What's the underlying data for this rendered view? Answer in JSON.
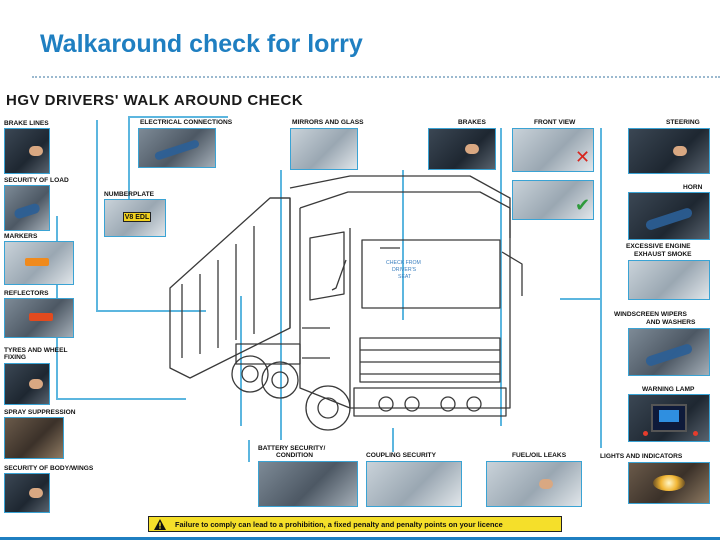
{
  "slide": {
    "title": "Walkaround check for lorry"
  },
  "poster": {
    "heading": "HGV DRIVERS' WALK AROUND CHECK",
    "labels": {
      "brake_lines": "BRAKE LINES",
      "electrical_connections": "ELECTRICAL CONNECTIONS",
      "mirrors_and_glass": "MIRRORS AND GLASS",
      "brakes": "BRAKES",
      "front_view": "FRONT VIEW",
      "steering": "STEERING",
      "security_of_load": "SECURITY OF LOAD",
      "numberplate": "NUMBERPLATE",
      "horn": "HORN",
      "markers": "MARKERS",
      "excessive_engine_1": "EXCESSIVE ENGINE",
      "excessive_engine_2": "EXHAUST SMOKE",
      "reflectors": "REFLECTORS",
      "windscreen_1": "WINDSCREEN WIPERS",
      "windscreen_2": "AND WASHERS",
      "tyres_1": "TYRES AND WHEEL",
      "tyres_2": "FIXING",
      "warning_lamp": "WARNING LAMP",
      "spray_suppression": "SPRAY SUPPRESSION",
      "security_body_wings": "SECURITY OF BODY/WINGS",
      "battery_1": "BATTERY SECURITY/",
      "battery_2": "CONDITION",
      "coupling_security": "COUPLING SECURITY",
      "fuel_oil_leaks": "FUEL/OIL LEAKS",
      "lights_and_indicators": "LIGHTS AND INDICATORS",
      "check_from_1": "CHECK FROM",
      "check_from_2": "DRIVER'S",
      "check_from_3": "SEAT"
    },
    "numberplate_text": "V8 EDL",
    "warning": "Failure to comply can lead to a prohibition, a fixed penalty and penalty points on your licence"
  },
  "colors": {
    "title": "#1f7fc1",
    "connector": "#5cb6df",
    "warning_bg": "#f5df2a",
    "cross": "#d7261e",
    "tick": "#2e9a3c"
  }
}
